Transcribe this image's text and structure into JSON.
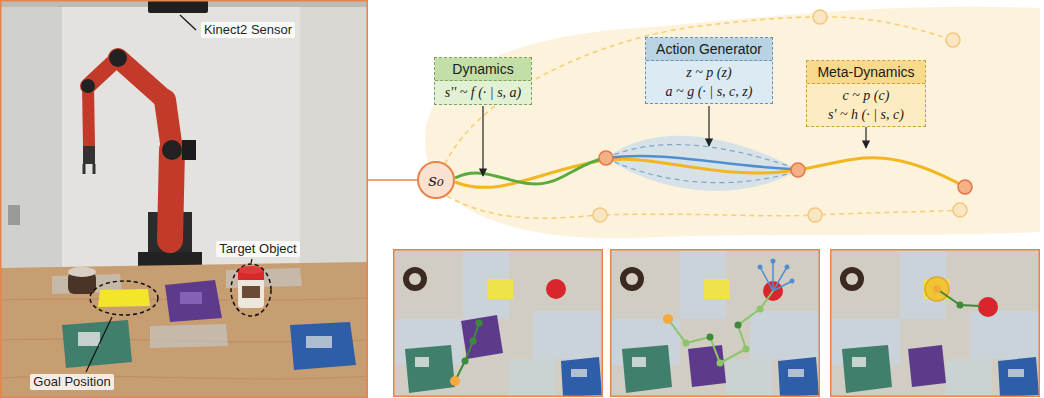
{
  "diagram": {
    "nodes": [
      {
        "text": [
          "s₀"
        ]
      },
      {
        "text": [
          "Dynamics",
          "s'' ~ f (· | s, a)"
        ]
      },
      {
        "text": [
          "Action Generator",
          "z ~ p (z)",
          "a ~ g (· | s, c, z)"
        ]
      },
      {
        "text": [
          "Meta-Dynamics",
          "c ~ p (c)",
          "s' ~ h (· | s, c)"
        ]
      }
    ],
    "labels": [
      "Kinect2 Sensor",
      "Target Object",
      "Goal Position"
    ]
  }
}
